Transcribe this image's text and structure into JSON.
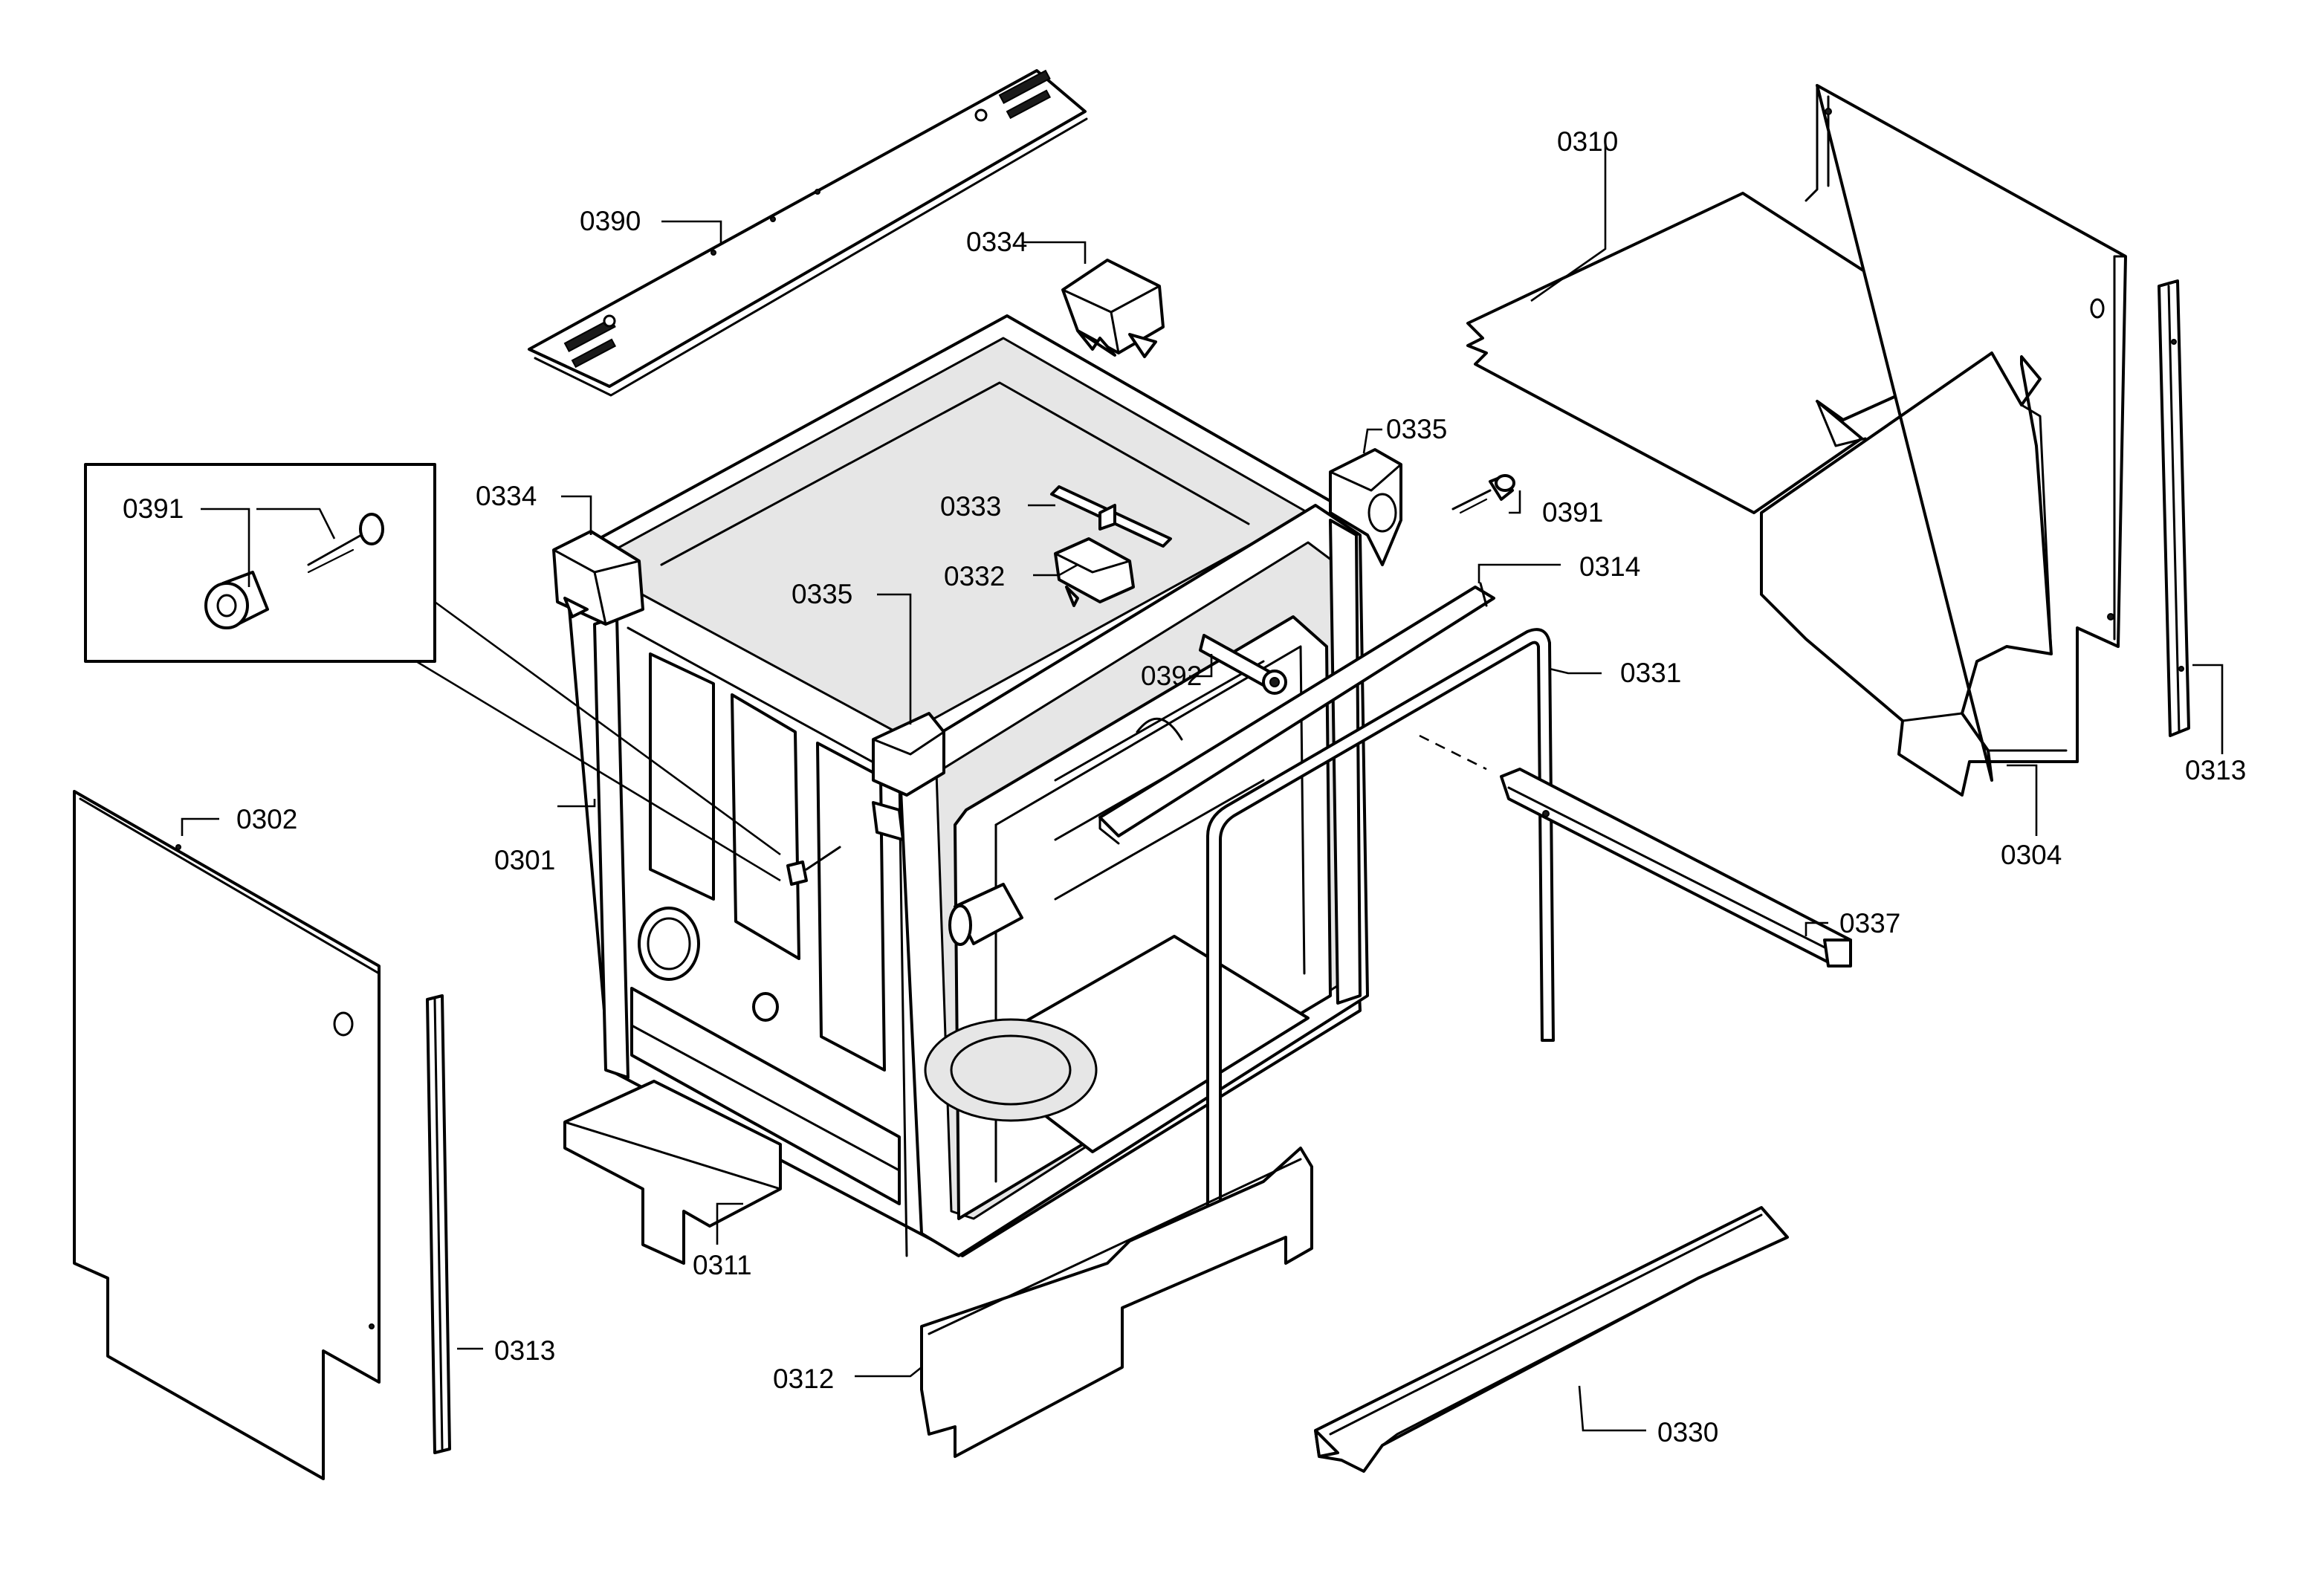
{
  "callouts": {
    "c0390": "0390",
    "c0334_top": "0334",
    "c0334_left": "0334",
    "c0391_inset": "0391",
    "c0391_right": "0391",
    "c0333": "0333",
    "c0332": "0332",
    "c0335_left": "0335",
    "c0335_right": "0335",
    "c0392": "0392",
    "c0314": "0314",
    "c0331": "0331",
    "c0310": "0310",
    "c0313_right": "0313",
    "c0313_left": "0313",
    "c0304": "0304",
    "c0302": "0302",
    "c0301": "0301",
    "c0311": "0311",
    "c0312": "0312",
    "c0337": "0337",
    "c0330": "0330"
  }
}
